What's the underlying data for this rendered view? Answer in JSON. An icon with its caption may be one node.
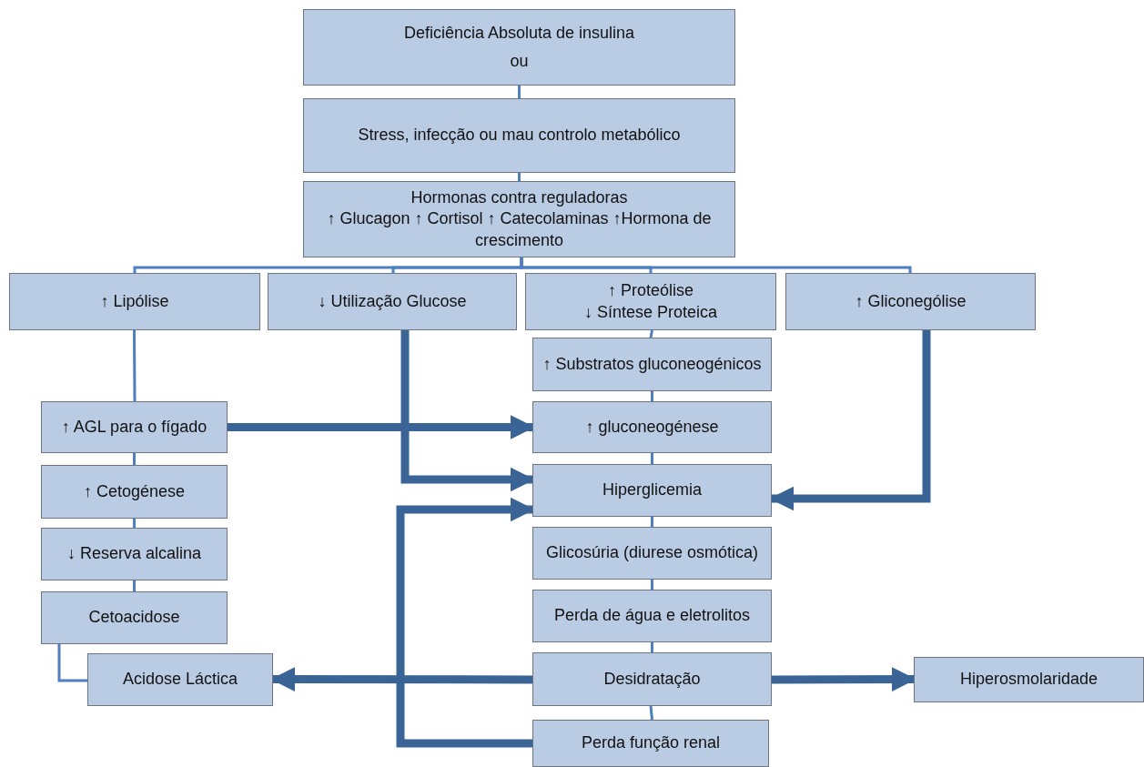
{
  "diagram": {
    "nodes": [
      {
        "text": [
          "Deficiência Absoluta de insulina",
          "ou"
        ]
      },
      {
        "text": [
          "Stress, infecção ou mau controlo metabólico"
        ]
      },
      {
        "text": [
          "Hormonas contra reguladoras",
          "↑ Glucagon ↑ Cortisol ↑ Catecolaminas ↑Hormona de  crescimento"
        ]
      },
      {
        "text": [
          "↑ Lipólise"
        ]
      },
      {
        "text": [
          "↓ Utilização Glucose"
        ]
      },
      {
        "text": [
          "↑ Proteólise",
          "↓ Síntese Proteica"
        ]
      },
      {
        "text": [
          "↑ Gliconególise"
        ]
      },
      {
        "text": [
          "↑  Substratos gluconeogénicos"
        ]
      },
      {
        "text": [
          "↑ AGL para o fígado"
        ]
      },
      {
        "text": [
          "↑ gluconeogénese"
        ]
      },
      {
        "text": [
          "↑ Cetogénese"
        ]
      },
      {
        "text": [
          "Hiperglicemia"
        ]
      },
      {
        "text": [
          "↓ Reserva alcalina"
        ]
      },
      {
        "text": [
          "Glicosúria (diurese osmótica)"
        ]
      },
      {
        "text": [
          "Cetoacidose"
        ]
      },
      {
        "text": [
          "Perda de água e eletrolitos"
        ]
      },
      {
        "text": [
          "Acidose Láctica"
        ]
      },
      {
        "text": [
          "Desidratação"
        ]
      },
      {
        "text": [
          "Hiperosmolaridade"
        ]
      },
      {
        "text": [
          "Perda função renal"
        ]
      }
    ],
    "edges": [
      {
        "from": 0,
        "to": 1,
        "arrow": "none"
      },
      {
        "from": 1,
        "to": 2,
        "arrow": "none"
      },
      {
        "from": 2,
        "to": 3,
        "arrow": "none"
      },
      {
        "from": 2,
        "to": 4,
        "arrow": "none"
      },
      {
        "from": 2,
        "to": 5,
        "arrow": "none"
      },
      {
        "from": 2,
        "to": 6,
        "arrow": "none"
      },
      {
        "from": 3,
        "to": 8,
        "arrow": "none"
      },
      {
        "from": 8,
        "to": 10,
        "arrow": "none"
      },
      {
        "from": 10,
        "to": 12,
        "arrow": "none"
      },
      {
        "from": 12,
        "to": 14,
        "arrow": "none"
      },
      {
        "from": 14,
        "to": 16,
        "arrow": "none"
      },
      {
        "from": 5,
        "to": 7,
        "arrow": "none"
      },
      {
        "from": 7,
        "to": 9,
        "arrow": "none"
      },
      {
        "from": 9,
        "to": 11,
        "arrow": "none"
      },
      {
        "from": 11,
        "to": 13,
        "arrow": "none"
      },
      {
        "from": 13,
        "to": 15,
        "arrow": "none"
      },
      {
        "from": 15,
        "to": 17,
        "arrow": "none"
      },
      {
        "from": 17,
        "to": 19,
        "arrow": "none"
      },
      {
        "from": 8,
        "to": 9,
        "arrow": "to",
        "style": "thick",
        "color": "#3a6496"
      },
      {
        "from": 4,
        "to": 11,
        "arrow": "to",
        "style": "thick",
        "color": "#3a6496"
      },
      {
        "from": 6,
        "to": 11,
        "arrow": "to",
        "style": "thick",
        "color": "#3a6496"
      },
      {
        "from": 19,
        "to": 11,
        "arrow": "to",
        "style": "thick",
        "color": "#3a6496"
      },
      {
        "from": 17,
        "to": 16,
        "arrow": "to",
        "style": "thick",
        "color": "#3a6496"
      },
      {
        "from": 17,
        "to": 18,
        "arrow": "to",
        "style": "thick",
        "color": "#3a6496"
      }
    ]
  }
}
